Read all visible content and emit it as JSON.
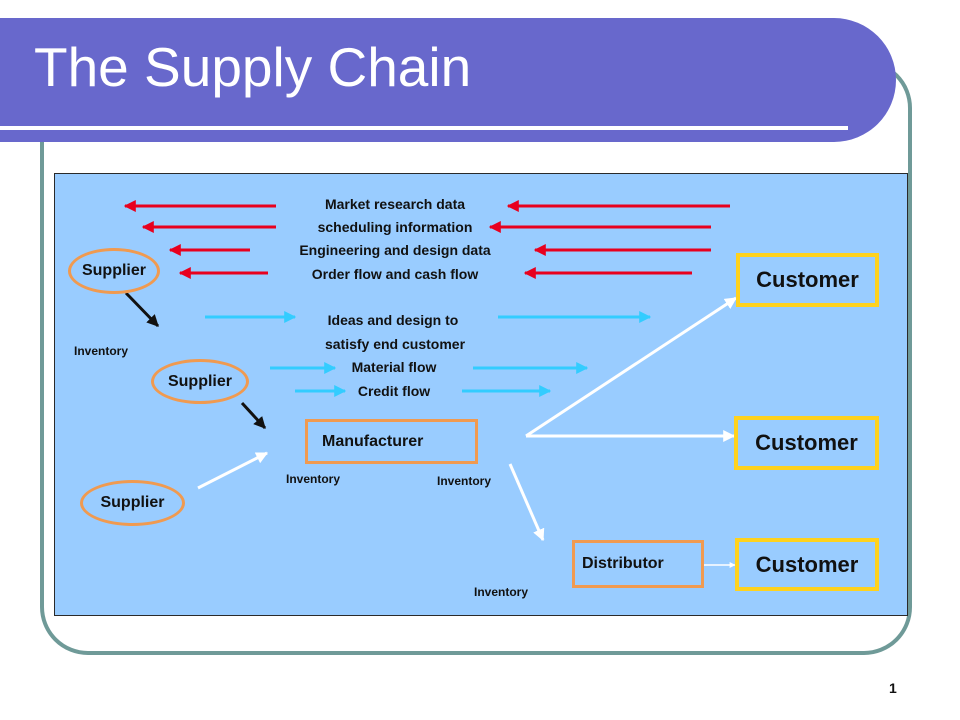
{
  "title": "The Supply Chain",
  "flows": {
    "market_research": "Market research data",
    "scheduling": "scheduling information",
    "engineering": "Engineering and design data",
    "order_flow": "Order flow and cash flow",
    "ideas_line1": "Ideas and design to",
    "ideas_line2": "satisfy end customer",
    "material": "Material flow",
    "credit": "Credit flow"
  },
  "nodes": {
    "supplier": "Supplier",
    "manufacturer": "Manufacturer",
    "distributor": "Distributor",
    "customer": "Customer"
  },
  "inventory_label": "Inventory",
  "page_number": "1",
  "colors": {
    "title_bar": "#6868cc",
    "diagram_background": "#99ccff",
    "information_arrows": "#e8001e",
    "forward_arrows": "#33ccff",
    "customer_border": "#ffd21e",
    "node_border": "#f09a50",
    "frame": "#6f9a98"
  }
}
